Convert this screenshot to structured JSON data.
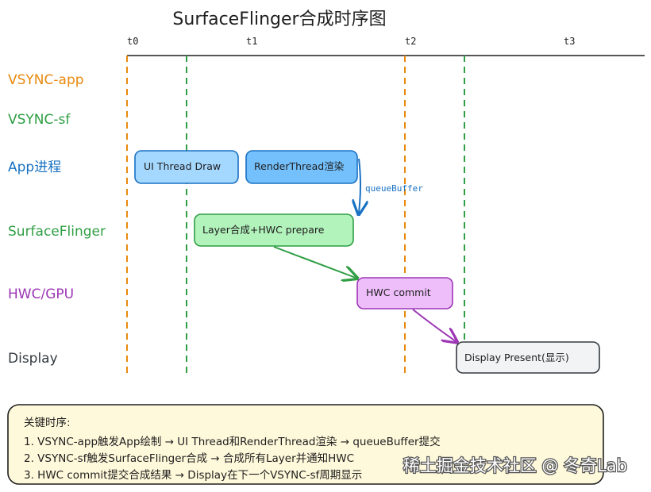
{
  "title": "SurfaceFlinger合成时序图",
  "ticks": [
    "t0",
    "t1",
    "t2",
    "t3"
  ],
  "lanes": [
    {
      "label": "VSYNC-app",
      "color": "#e8890c"
    },
    {
      "label": "VSYNC-sf",
      "color": "#2f9e44"
    },
    {
      "label": "App进程",
      "color": "#1971c2"
    },
    {
      "label": "SurfaceFlinger",
      "color": "#2f9e44"
    },
    {
      "label": "HWC/GPU",
      "color": "#9c36b5"
    },
    {
      "label": "Display",
      "color": "#343a40"
    }
  ],
  "boxes": {
    "ui_draw": "UI Thread Draw",
    "render": "RenderThread渲染",
    "layer": "Layer合成+HWC prepare",
    "hwc_commit": "HWC commit",
    "present": "Display Present(显示)"
  },
  "arrow_label": "queueBuffer",
  "note": {
    "heading": "关键时序:",
    "lines": [
      "1. VSYNC-app触发App绘制 → UI Thread和RenderThread渲染 → queueBuffer提交",
      "2. VSYNC-sf触发SurfaceFlinger合成 → 合成所有Layer并通知HWC",
      "3. HWC commit提交合成结果 → Display在下一个VSYNC-sf周期显示"
    ]
  },
  "watermark": "稀土掘金技术社区 @ 冬奇Lab",
  "colors": {
    "vsync_app": "#e8890c",
    "vsync_sf": "#2f9e44",
    "app": "#1971c2",
    "sf": "#2f9e44",
    "hwc": "#9c36b5",
    "note_bg": "#fff9db"
  }
}
